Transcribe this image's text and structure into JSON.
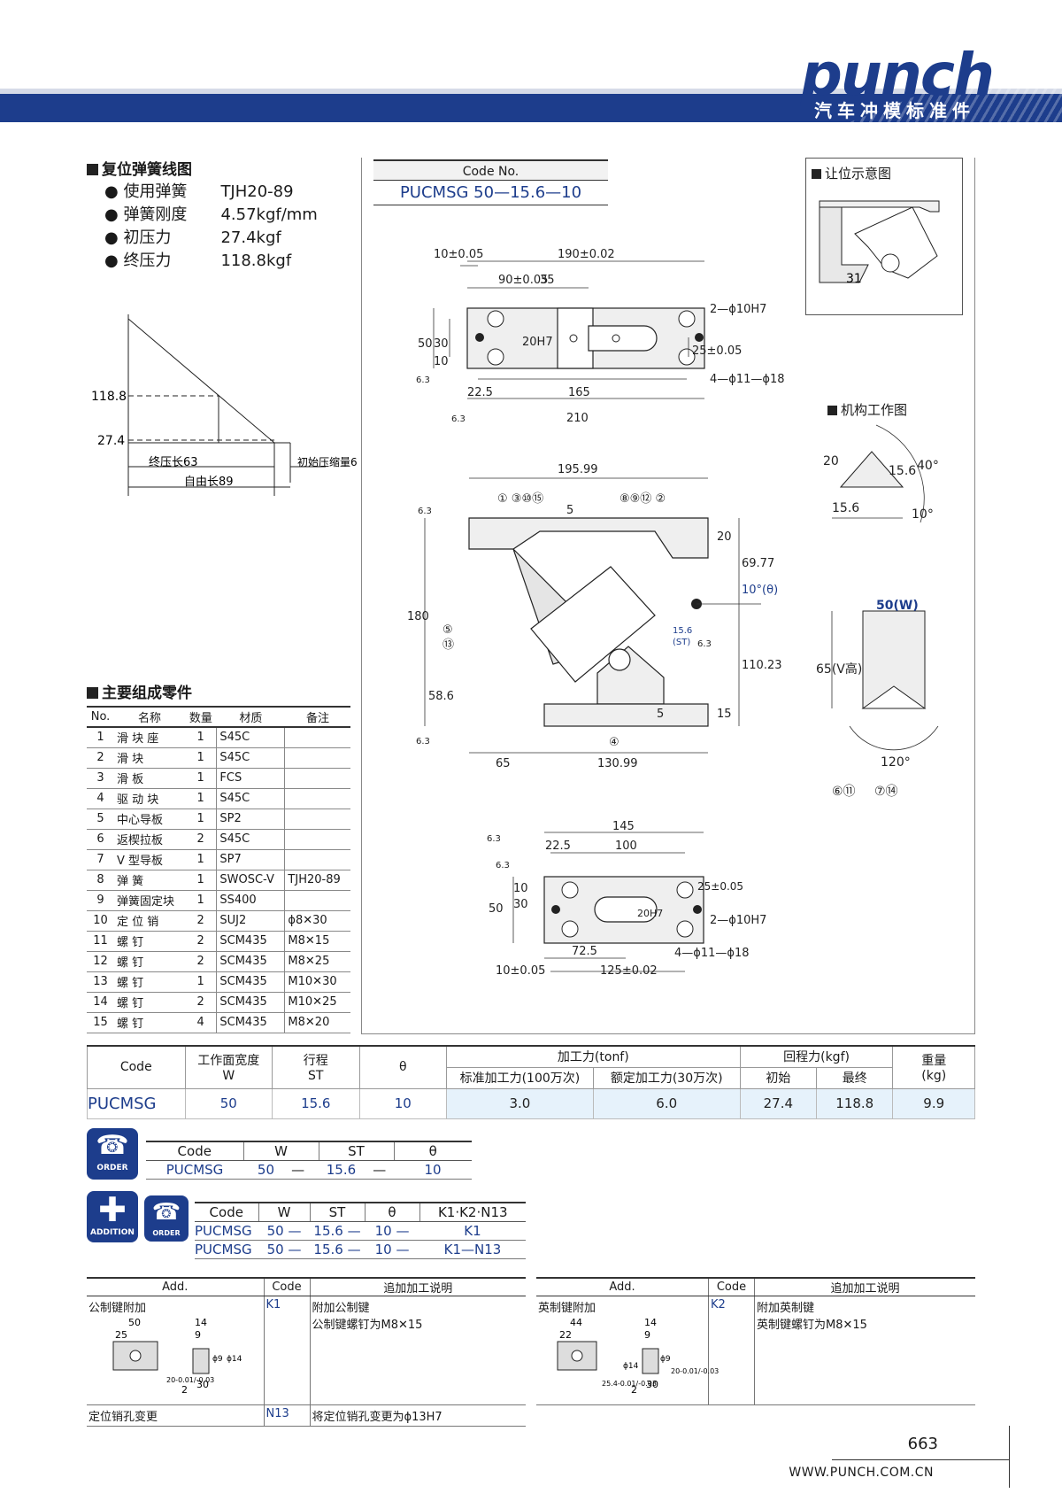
{
  "header": {
    "brand": "punch",
    "subtitle": "汽车冲模标准件"
  },
  "spring": {
    "title": "复位弹簧线图",
    "specs": [
      {
        "k": "使用弹簧",
        "v": "TJH20-89"
      },
      {
        "k": "弹簧刚度",
        "v": "4.57kgf/mm"
      },
      {
        "k": "初压力",
        "v": "27.4kgf"
      },
      {
        "k": "终压力",
        "v": "118.8kgf"
      }
    ],
    "chart": {
      "y1": "118.8",
      "y2": "27.4",
      "l1": "终压长63",
      "l2": "初始压缩量6",
      "l3": "自由长89"
    }
  },
  "code_box": {
    "label": "Code No.",
    "value": "PUCMSG 50—15.6—10"
  },
  "relief": {
    "title": "让位示意图",
    "dim": "31"
  },
  "mech": {
    "title": "机构工作图",
    "d1": "20",
    "d2": "15.6",
    "d3": "40°",
    "d4": "15.6",
    "d5": "10°",
    "w": "50(W)",
    "v": "65(V高)",
    "ang": "120°",
    "c1": "⑥⑪",
    "c2": "⑦⑭"
  },
  "top_view": {
    "d": [
      "10±0.05",
      "190±0.02",
      "90±0.05",
      "35",
      "2—ϕ10H7",
      "50",
      "30",
      "10",
      "20H7",
      "25±0.05",
      "4—ϕ11—ϕ18",
      "6.3",
      "22.5",
      "165",
      "210",
      "6.3"
    ]
  },
  "front_view": {
    "d": [
      "195.99",
      "① ③⑩⑮",
      "⑧⑨⑫ ②",
      "5",
      "20",
      "69.77",
      "10°(θ)",
      "180",
      "⑤",
      "⑬",
      "15.6",
      "(ST)",
      "6.3",
      "110.23",
      "58.6",
      "5",
      "15",
      "6.3",
      "④",
      "65",
      "130.99",
      "6.3"
    ]
  },
  "bottom_view": {
    "d": [
      "145",
      "22.5",
      "100",
      "6.3",
      "6.3",
      "10",
      "30",
      "50",
      "20H7",
      "25±0.05",
      "2—ϕ10H7",
      "72.5",
      "4—ϕ11—ϕ18",
      "10±0.05",
      "125±0.02"
    ]
  },
  "parts": {
    "title": "主要组成零件",
    "headers": [
      "No.",
      "名称",
      "数量",
      "材质",
      "备注"
    ],
    "rows": [
      [
        "1",
        "滑 块 座",
        "1",
        "S45C",
        ""
      ],
      [
        "2",
        "滑    块",
        "1",
        "S45C",
        ""
      ],
      [
        "3",
        "滑    板",
        "1",
        "FCS",
        ""
      ],
      [
        "4",
        "驱 动 块",
        "1",
        "S45C",
        ""
      ],
      [
        "5",
        "中心导板",
        "1",
        "SP2",
        ""
      ],
      [
        "6",
        "返楔拉板",
        "2",
        "S45C",
        ""
      ],
      [
        "7",
        "V 型导板",
        "1",
        "SP7",
        ""
      ],
      [
        "8",
        "弹    簧",
        "1",
        "SWOSC-V",
        "TJH20-89"
      ],
      [
        "9",
        "弹簧固定块",
        "1",
        "SS400",
        ""
      ],
      [
        "10",
        "定 位 销",
        "2",
        "SUJ2",
        "ϕ8✕30"
      ],
      [
        "11",
        "螺    钉",
        "2",
        "SCM435",
        "M8✕15"
      ],
      [
        "12",
        "螺    钉",
        "2",
        "SCM435",
        "M8✕25"
      ],
      [
        "13",
        "螺    钉",
        "1",
        "SCM435",
        "M10✕30"
      ],
      [
        "14",
        "螺    钉",
        "2",
        "SCM435",
        "M10✕25"
      ],
      [
        "15",
        "螺    钉",
        "4",
        "SCM435",
        "M8✕20"
      ]
    ]
  },
  "spec_table": {
    "h1": [
      "Code",
      "工作面宽度\nW",
      "行程\nST",
      "θ",
      "加工力(tonf)",
      "回程力(kgf)",
      "重量\n(kg)"
    ],
    "h2": [
      "标准加工力(100万次)",
      "额定加工力(30万次)",
      "初始",
      "最终"
    ],
    "row": [
      "PUCMSG",
      "50",
      "15.6",
      "10",
      "3.0",
      "6.0",
      "27.4",
      "118.8",
      "9.9"
    ]
  },
  "order1": {
    "badge": "ORDER",
    "headers": [
      "Code",
      "W",
      "ST",
      "θ"
    ],
    "row": [
      "PUCMSG",
      "50",
      "—",
      "15.6",
      "—",
      "10"
    ]
  },
  "order2": {
    "badge1": "ADDITION",
    "badge2": "ORDER",
    "headers": [
      "Code",
      "W",
      "ST",
      "θ",
      "K1·K2·N13"
    ],
    "rows": [
      [
        "PUCMSG",
        "50",
        "—",
        "15.6",
        "—",
        "10",
        "—",
        "K1"
      ],
      [
        "PUCMSG",
        "50",
        "—",
        "15.6",
        "—",
        "10",
        "—",
        "K1—N13"
      ]
    ]
  },
  "add_left": {
    "headers": [
      "Add.",
      "Code",
      "追加加工说明"
    ],
    "r1": {
      "name": "公制键附加",
      "code": "K1",
      "desc1": "附加公制键",
      "desc2": "公制键螺钉为M8✕15"
    },
    "r2": {
      "name": "定位销孔变更",
      "code": "N13",
      "desc": "将定位销孔变更为ϕ13H7"
    },
    "dims": [
      "50",
      "25",
      "14",
      "9",
      "20-0.01/-0.03",
      "ϕ9",
      "ϕ14",
      "2",
      "30"
    ]
  },
  "add_right": {
    "headers": [
      "Add.",
      "Code",
      "追加加工说明"
    ],
    "r1": {
      "name": "英制键附加",
      "code": "K2",
      "desc1": "附加英制键",
      "desc2": "英制键螺钉为M8✕15"
    },
    "dims": [
      "44",
      "22",
      "14",
      "9",
      "25.4-0.01/-0.03",
      "ϕ14",
      "ϕ9",
      "20-0.01/-0.03",
      "2",
      "30"
    ]
  },
  "footer": {
    "page": "663",
    "url": "WWW.PUNCH.COM.CN"
  }
}
